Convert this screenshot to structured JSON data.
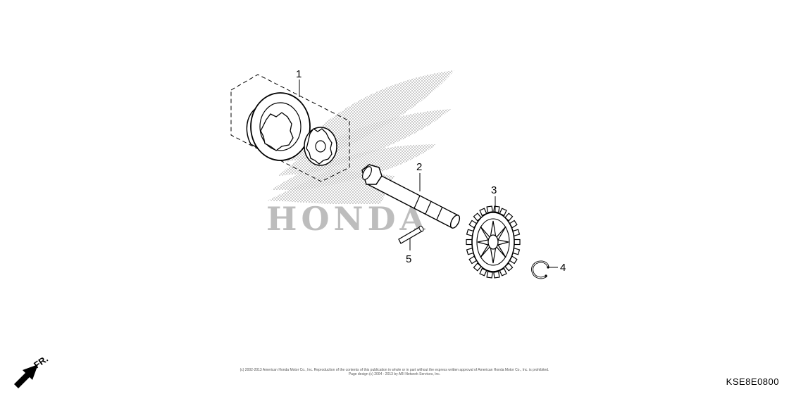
{
  "diagram": {
    "part_callouts": [
      "1",
      "2",
      "3",
      "4",
      "5"
    ],
    "front_indicator": "FR.",
    "figure_code": "KSE8E0800",
    "copyright_line1": "(c) 2002-2013 American Honda Motor Co., Inc. Reproduction of the contents of this publication in whole or in part without the express written approval of American Honda Motor Co., Inc. is prohibited.",
    "copyright_line2": "Page design (c) 2004 - 2013 by ARI Network Services, Inc.",
    "watermark_text": "HONDA"
  },
  "colors": {
    "ink": "#000000",
    "watermark": "#b9b9b9"
  }
}
